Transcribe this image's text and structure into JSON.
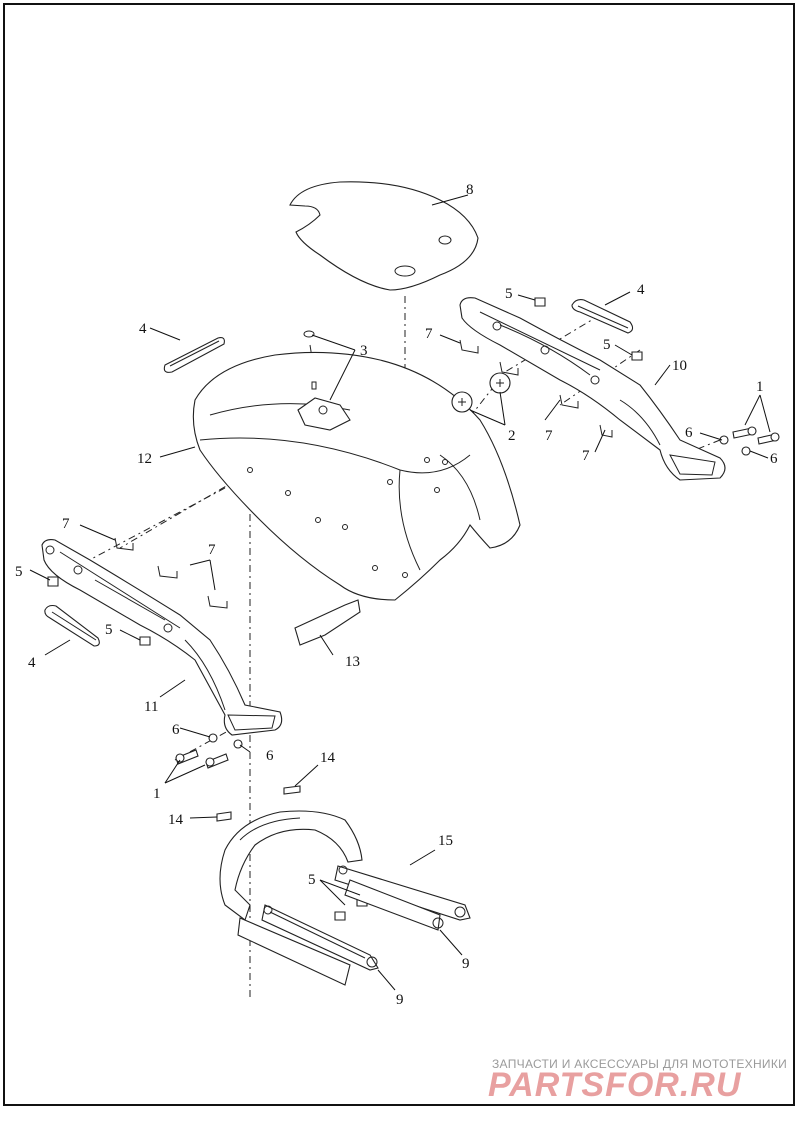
{
  "callouts": {
    "c1a": "1",
    "c1b": "1",
    "c2": "2",
    "c3": "3",
    "c4a": "4",
    "c4b": "4",
    "c5a": "5",
    "c5b": "5",
    "c5c": "5",
    "c5d": "5",
    "c5e": "5",
    "c6a": "6",
    "c6b": "6",
    "c6c": "6",
    "c6d": "6",
    "c7a": "7",
    "c7b": "7",
    "c7c": "7",
    "c7d": "7",
    "c7e": "7",
    "c8": "8",
    "c9a": "9",
    "c9b": "9",
    "c10": "10",
    "c11": "11",
    "c12": "12",
    "c13": "13",
    "c14a": "14",
    "c14b": "14",
    "c15": "15"
  },
  "watermark": {
    "tagline": "ЗАПЧАСТИ И АКСЕССУАРЫ ДЛЯ МОТОТЕХНИКИ",
    "logo": "PARTSFOR.RU",
    "logo_color": "#e8a0a0",
    "tagline_color": "#9a9a9a"
  }
}
